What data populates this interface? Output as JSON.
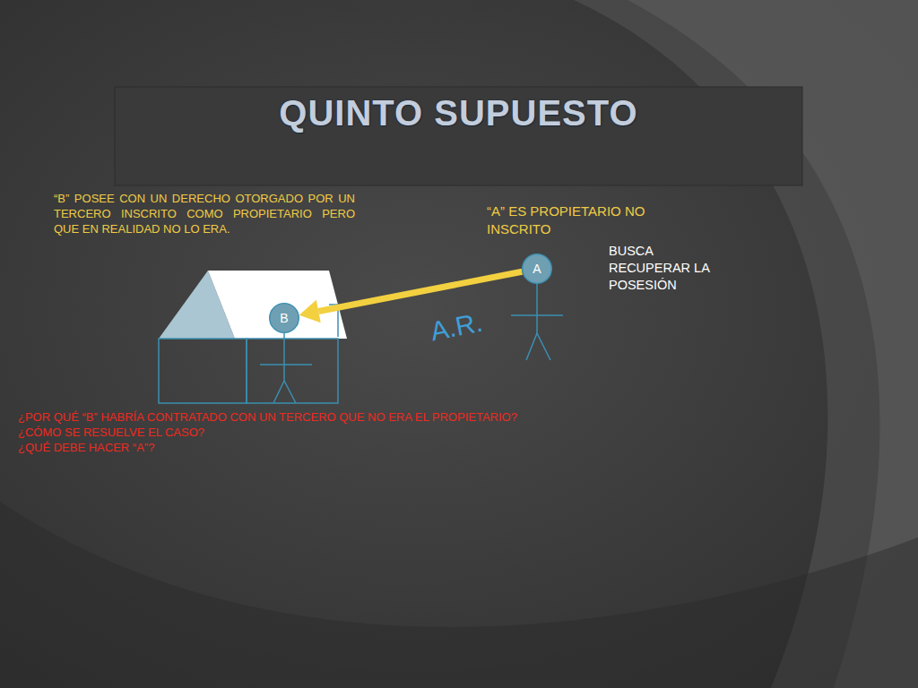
{
  "diagram": {
    "title": "QUINTO SUPUESTO",
    "nodes": [
      {
        "text": [
          "A"
        ]
      },
      {
        "text": [
          "B"
        ]
      }
    ],
    "edges": [
      {
        "from": 0,
        "to": 1,
        "arrow": "to",
        "label": "A.R."
      }
    ],
    "labels": [
      "“B” POSEE CON UN DERECHO OTORGADO POR UN TERCERO INSCRITO COMO PROPIETARIO PERO QUE EN REALIDAD NO LO ERA.",
      "“A” ES PROPIETARIO NO INSCRITO",
      "BUSCA RECUPERAR LA POSESIÓN",
      "¿POR QUÉ “B” HABRÍA CONTRATADO CON UN TERCERO QUE NO ERA EL PROPIETARIO?",
      "¿CÓMO SE RESUELVE EL CASO?",
      "¿QUÉ DEBE HACER “A”?"
    ]
  }
}
